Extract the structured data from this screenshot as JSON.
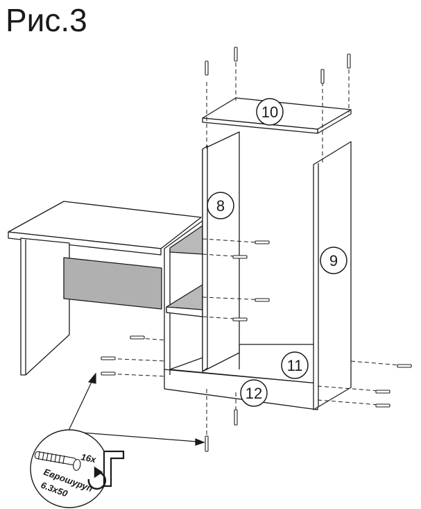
{
  "title": "Рис.3",
  "parts": {
    "p8": "8",
    "p9": "9",
    "p10": "10",
    "p11": "11",
    "p12": "12"
  },
  "hardware": {
    "quantity": "16x",
    "name": "Еврошуруп",
    "size": "6.3x50"
  },
  "colors": {
    "line": "#1a1a1a",
    "panel_fill": "#ffffff",
    "shelf_fill": "#b9b9b9",
    "modesty_fill": "#b0b0b0"
  }
}
